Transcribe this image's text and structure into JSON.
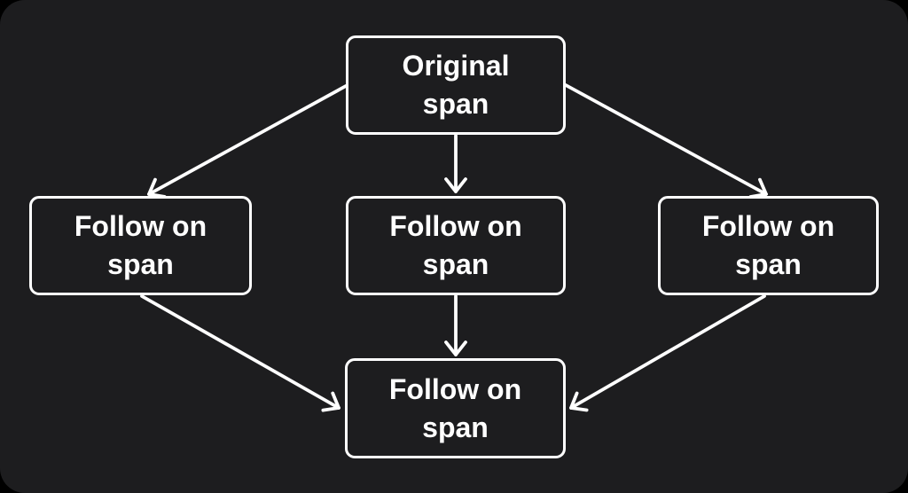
{
  "diagram": {
    "colors": {
      "page_frame": "#000000",
      "background": "#1d1d1f",
      "node_fill": "#1d1d1f",
      "node_border": "#ffffff",
      "arrow": "#ffffff",
      "text": "#ffffff"
    },
    "nodes": [
      {
        "id": "original-span",
        "label": "Original span",
        "lines": [
          "Original",
          "span"
        ]
      },
      {
        "id": "follow-on-span-left",
        "label": "Follow on span",
        "lines": [
          "Follow on",
          "span"
        ]
      },
      {
        "id": "follow-on-span-center",
        "label": "Follow on span",
        "lines": [
          "Follow on",
          "span"
        ]
      },
      {
        "id": "follow-on-span-right",
        "label": "Follow on span",
        "lines": [
          "Follow on",
          "span"
        ]
      },
      {
        "id": "follow-on-span-bottom",
        "label": "Follow on span",
        "lines": [
          "Follow on",
          "span"
        ]
      }
    ],
    "edges": [
      {
        "from": "original-span",
        "to": "follow-on-span-left"
      },
      {
        "from": "original-span",
        "to": "follow-on-span-center"
      },
      {
        "from": "original-span",
        "to": "follow-on-span-right"
      },
      {
        "from": "follow-on-span-left",
        "to": "follow-on-span-bottom"
      },
      {
        "from": "follow-on-span-center",
        "to": "follow-on-span-bottom"
      },
      {
        "from": "follow-on-span-right",
        "to": "follow-on-span-bottom"
      }
    ]
  }
}
